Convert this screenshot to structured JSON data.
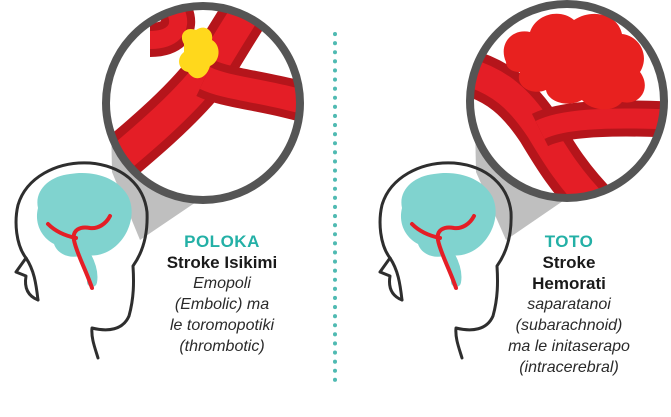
{
  "left_panel": {
    "type_label": "POLOKA",
    "name": "Stroke Isikimi",
    "description_lines": [
      "Emopoli",
      "(Embolic) ma",
      "le toromopotiki",
      "(thrombotic)"
    ],
    "accent_color": "#23b0a6",
    "clot_color": "#ffd81c"
  },
  "right_panel": {
    "type_label": "TOTO",
    "name_lines": [
      "Stroke",
      "Hemorati"
    ],
    "description_lines": [
      "saparatanoi",
      "(subarachnoid)",
      "ma le initaserapo",
      "(intracerebral)"
    ],
    "accent_color": "#23b0a6",
    "bleed_color": "#e8211f"
  },
  "colors": {
    "artery": "#e41e26",
    "artery_dark": "#b5151b",
    "brain": "#80d3cf",
    "magnifier_ring": "#555555",
    "magnifier_beam": "#b4b4b4",
    "divider": "#4fbab2"
  }
}
